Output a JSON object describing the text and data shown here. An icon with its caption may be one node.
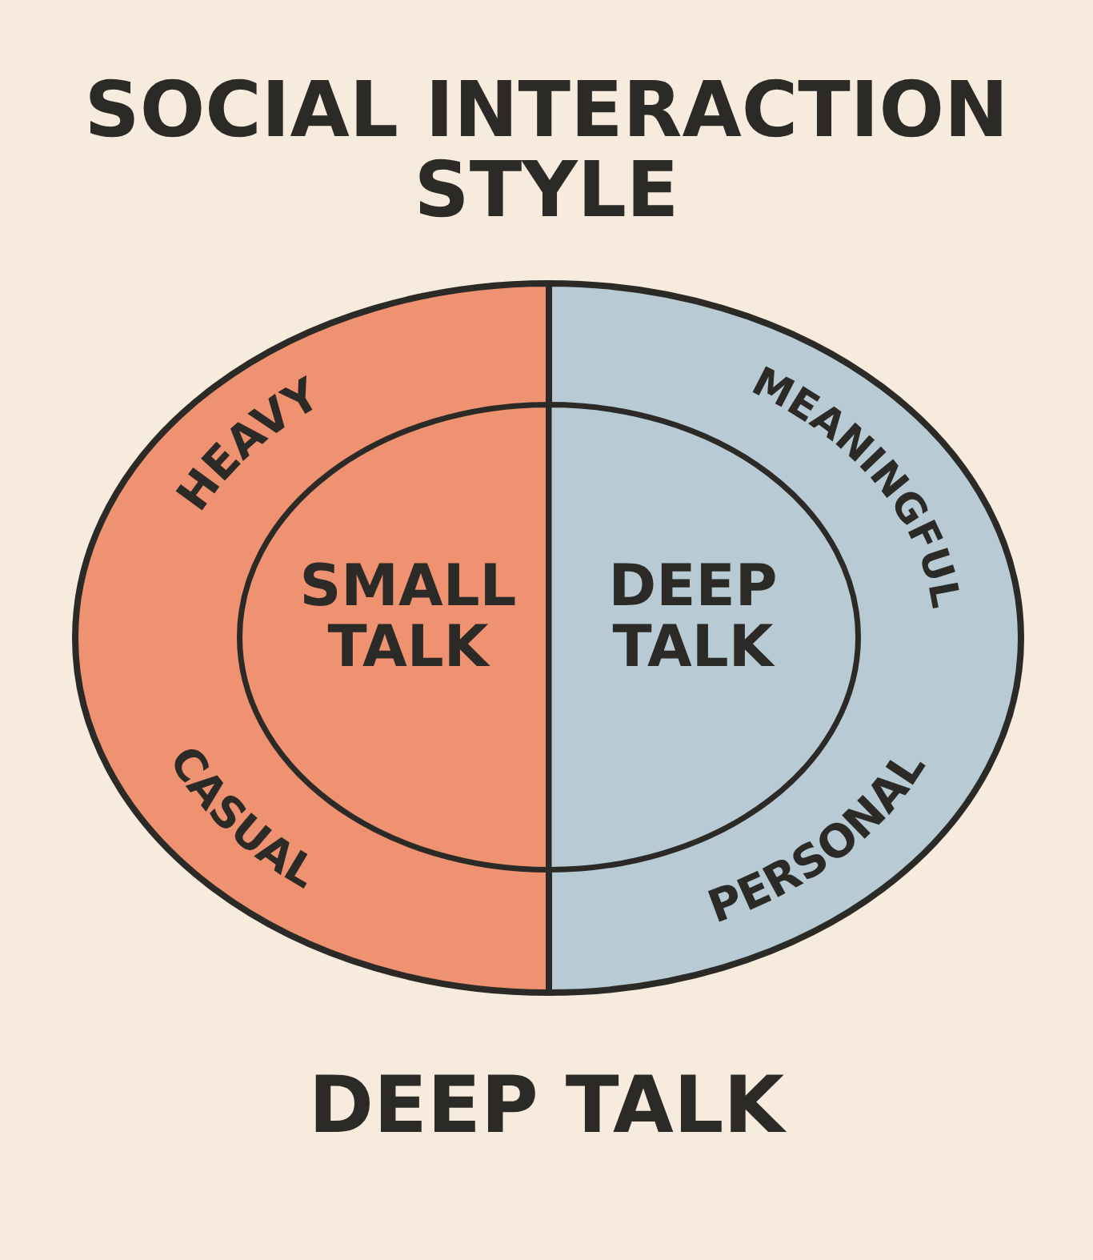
{
  "diagram": {
    "title": "SOCIAL INTERACTION STYLE",
    "caption": "DEEP TALK",
    "nodes": [
      {
        "text": [
          "HEAVY",
          "CASUAL"
        ]
      },
      {
        "text": [
          "SMALL TALK"
        ],
        "in": 0
      },
      {
        "text": [
          "MEANINGFUL",
          "PERSONAL"
        ]
      },
      {
        "text": [
          "DEEP TALK"
        ],
        "in": 2
      }
    ]
  }
}
